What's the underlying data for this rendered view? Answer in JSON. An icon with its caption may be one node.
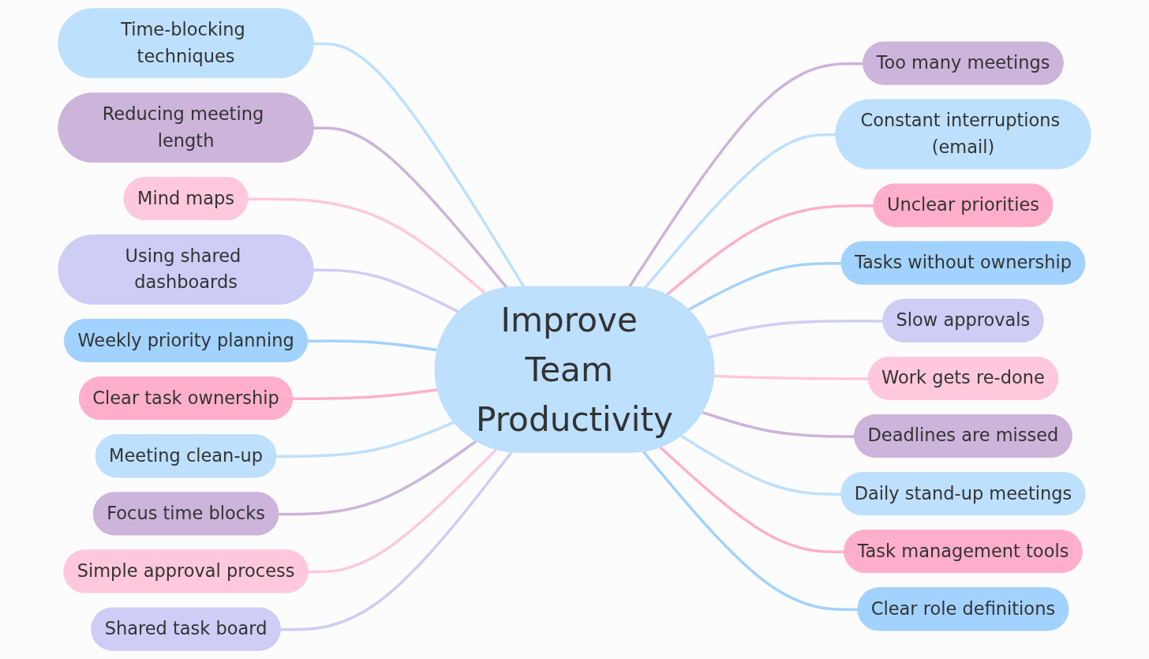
{
  "diagram": {
    "nodes": [
      {
        "text": [
          "Improve Team Productivity"
        ]
      },
      {
        "text": [
          "Time-blocking techniques"
        ]
      },
      {
        "text": [
          "Reducing meeting length"
        ]
      },
      {
        "text": [
          "Mind maps"
        ]
      },
      {
        "text": [
          "Using shared dashboards"
        ]
      },
      {
        "text": [
          "Weekly priority planning"
        ]
      },
      {
        "text": [
          "Clear task ownership"
        ]
      },
      {
        "text": [
          "Meeting clean-up"
        ]
      },
      {
        "text": [
          "Focus time blocks"
        ]
      },
      {
        "text": [
          "Simple approval process"
        ]
      },
      {
        "text": [
          "Shared task board"
        ]
      },
      {
        "text": [
          "Too many meetings"
        ]
      },
      {
        "text": [
          "Constant interruptions (email)"
        ]
      },
      {
        "text": [
          "Unclear priorities"
        ]
      },
      {
        "text": [
          "Tasks without ownership"
        ]
      },
      {
        "text": [
          "Slow approvals"
        ]
      },
      {
        "text": [
          "Work gets re-done"
        ]
      },
      {
        "text": [
          "Deadlines are missed"
        ]
      },
      {
        "text": [
          "Daily stand-up meetings"
        ]
      },
      {
        "text": [
          "Task management tools"
        ]
      },
      {
        "text": [
          "Clear role definitions"
        ]
      }
    ],
    "edges": [
      {
        "from": 1,
        "to": 0,
        "arrow": "none",
        "color": "#bde0fe"
      },
      {
        "from": 2,
        "to": 0,
        "arrow": "none",
        "color": "#cdb4db"
      },
      {
        "from": 3,
        "to": 0,
        "arrow": "none",
        "color": "#ffc8dd"
      },
      {
        "from": 4,
        "to": 0,
        "arrow": "none",
        "color": "#cdcdf5"
      },
      {
        "from": 5,
        "to": 0,
        "arrow": "none",
        "color": "#a2d2ff"
      },
      {
        "from": 6,
        "to": 0,
        "arrow": "none",
        "color": "#ffafcc"
      },
      {
        "from": 7,
        "to": 0,
        "arrow": "none",
        "color": "#bde0fe"
      },
      {
        "from": 8,
        "to": 0,
        "arrow": "none",
        "color": "#cdb4db"
      },
      {
        "from": 9,
        "to": 0,
        "arrow": "none",
        "color": "#ffc8dd"
      },
      {
        "from": 10,
        "to": 0,
        "arrow": "none",
        "color": "#cdcdf5"
      },
      {
        "from": 0,
        "to": 11,
        "arrow": "none",
        "color": "#cdb4db"
      },
      {
        "from": 0,
        "to": 12,
        "arrow": "none",
        "color": "#bde0fe"
      },
      {
        "from": 0,
        "to": 13,
        "arrow": "none",
        "color": "#ffafcc"
      },
      {
        "from": 0,
        "to": 14,
        "arrow": "none",
        "color": "#a2d2ff"
      },
      {
        "from": 0,
        "to": 15,
        "arrow": "none",
        "color": "#cdcdf5"
      },
      {
        "from": 0,
        "to": 16,
        "arrow": "none",
        "color": "#ffc8dd"
      },
      {
        "from": 0,
        "to": 17,
        "arrow": "none",
        "color": "#cdb4db"
      },
      {
        "from": 0,
        "to": 18,
        "arrow": "none",
        "color": "#bde0fe"
      },
      {
        "from": 0,
        "to": 19,
        "arrow": "none",
        "color": "#ffafcc"
      },
      {
        "from": 0,
        "to": 20,
        "arrow": "none",
        "color": "#a2d2ff"
      }
    ]
  }
}
